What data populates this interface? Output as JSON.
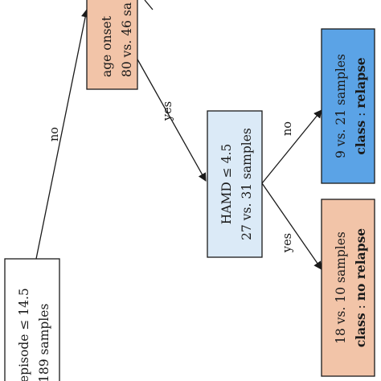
{
  "colors": {
    "node_fill_root": "#ffffff",
    "node_fill_split": "#f2c4a8",
    "node_fill_mid": "#dbeaf7",
    "node_fill_relapse": "#5ba3e6",
    "node_fill_no_relapse": "#f2c4a8",
    "stroke": "#1a1a1a"
  },
  "nodes": {
    "root": {
      "line1": "episode ≤ 14.5",
      "line2": "189 samples"
    },
    "age_onset": {
      "line1": "age onset",
      "line2": "80 vs. 46 sa"
    },
    "hamd": {
      "line1": "HAMD ≤ 4.5",
      "line2": "27 vs. 31 samples"
    },
    "leaf_relapse": {
      "line1": "9 vs. 21 samples",
      "class_prefix": "class",
      "class_value": "relapse"
    },
    "leaf_no_relapse": {
      "line1": "18 vs. 10 samples",
      "class_prefix": "class",
      "class_value": "no relapse"
    }
  },
  "edges": {
    "root_to_age": "no",
    "age_to_hamd": "yes",
    "hamd_to_relapse": "no",
    "hamd_to_no_relapse": "yes"
  }
}
